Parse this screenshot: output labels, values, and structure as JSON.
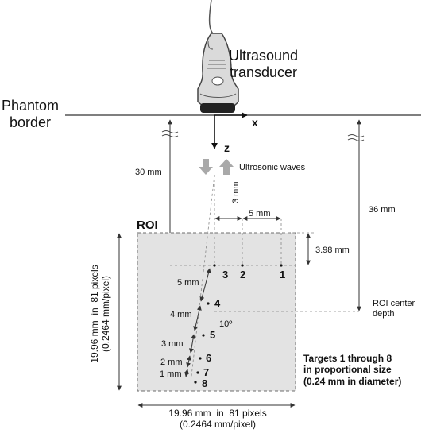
{
  "labels": {
    "ultrasound_transducer": "Ultrasound\ntransducer",
    "phantom_border": "Phantom\nborder",
    "x_axis": "x",
    "z_axis": "z",
    "ultrasonic_waves": "Ultrosonic waves",
    "depth_30": "30 mm",
    "depth_36": "36 mm",
    "spacing_3": "3 mm",
    "spacing_5_horizontal": "5 mm",
    "offset_398": "3.98 mm",
    "roi_title": "ROI",
    "roi_center_depth": "ROI center\ndepth",
    "angle": "10º",
    "spacing_5_diagonal": "5 mm",
    "spacing_4": "4 mm",
    "spacing_3_diagonal": "3 mm",
    "spacing_2": "2 mm",
    "spacing_1": "1 mm",
    "roi_height": "19.96 mm  in  81 pixels\n(0.2464 mm/pixel)",
    "roi_width": "19.96 mm  in  81 pixels\n(0.2464 mm/pixel)",
    "targets_note": "Targets 1 through 8\nin proportional size\n(0.24 mm in diameter)"
  },
  "targets": [
    {
      "id": "1",
      "label": "1"
    },
    {
      "id": "2",
      "label": "2"
    },
    {
      "id": "3",
      "label": "3"
    },
    {
      "id": "4",
      "label": "4"
    },
    {
      "id": "5",
      "label": "5"
    },
    {
      "id": "6",
      "label": "6"
    },
    {
      "id": "7",
      "label": "7"
    },
    {
      "id": "8",
      "label": "8"
    }
  ],
  "colors": {
    "roi_fill": "#e3e3e3",
    "roi_border": "#6e6e6e",
    "wave_arrow": "#a9a9a9",
    "transducer_body": "#d9d9d9",
    "line": "#333333"
  }
}
